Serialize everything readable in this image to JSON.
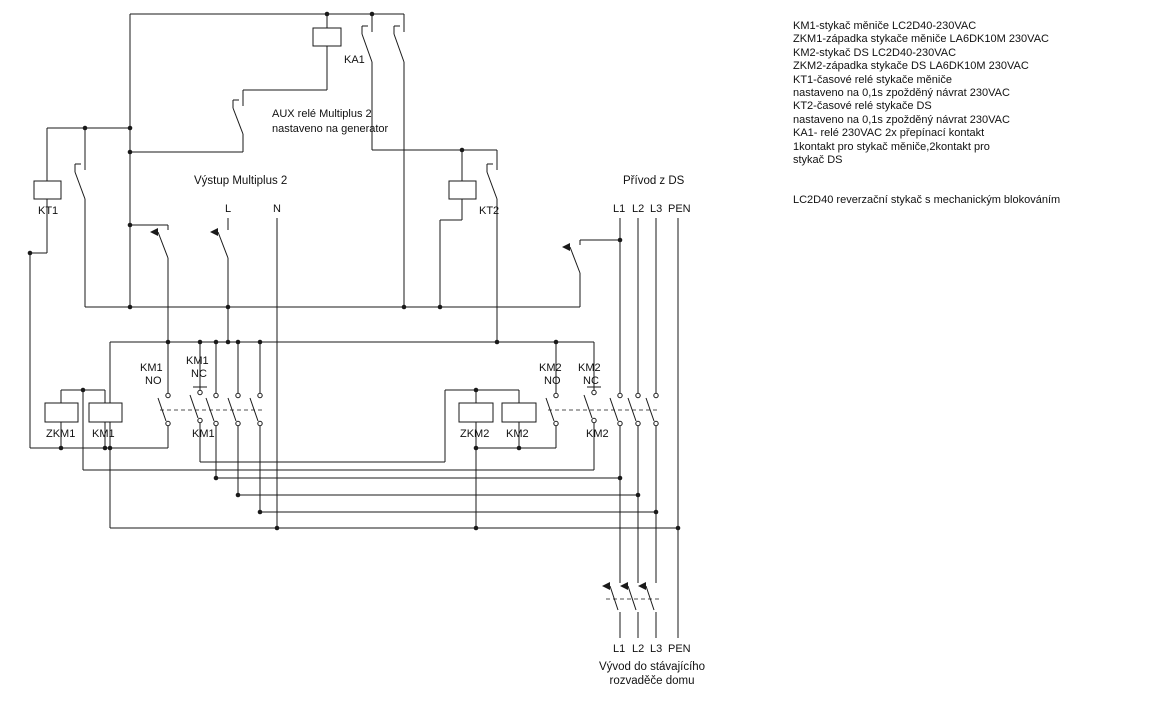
{
  "diagram": {
    "coils": {
      "ka1": "KA1",
      "kt1": "KT1",
      "kt2": "KT2",
      "zkm1": "ZKM1",
      "km1": "KM1",
      "zkm2": "ZKM2",
      "km2": "KM2"
    },
    "contacts": {
      "km1_main": "KM1",
      "km2_main": "KM2",
      "km1_no_1": "KM1",
      "km1_no_2": "NO",
      "km1_nc_1": "KM1",
      "km1_nc_2": "NC",
      "km2_no_1": "KM2",
      "km2_no_2": "NO",
      "km2_nc_1": "KM2",
      "km2_nc_2": "NC"
    },
    "annotations": {
      "aux_1": "AUX relé Multiplus 2",
      "aux_2": "nastaveno na generator",
      "vystup": "Výstup Multiplus 2",
      "privod": "Přívod z DS",
      "vyvod_1": "Vývod do stávajícího",
      "vyvod_2": "rozvaděče domu"
    },
    "terminals_top": {
      "l": "L",
      "n": "N",
      "l1": "L1",
      "l2": "L2",
      "l3": "L3",
      "pen": "PEN"
    },
    "terminals_bottom": {
      "l1": "L1",
      "l2": "L2",
      "l3": "L3",
      "pen": "PEN"
    }
  },
  "legend": {
    "lines": [
      "KM1-stykač měniče LC2D40-230VAC",
      "ZKM1-západka stykače měniče LA6DK10M 230VAC",
      "KM2-stykač DS LC2D40-230VAC",
      "ZKM2-západka stykače DS LA6DK10M 230VAC",
      "KT1-časové relé stykače měniče",
      "nastaveno na 0,1s zpožděný návrat 230VAC",
      "KT2-časové relé stykače DS",
      "nastaveno na 0,1s zpožděný návrat 230VAC",
      "KA1- relé 230VAC 2x přepínací kontakt",
      "1kontakt pro stykač měniče,2kontakt pro",
      "stykač DS"
    ],
    "note": "LC2D40 reverzační stykač s mechanickým blokováním"
  },
  "colors": {
    "line": "#1a1a1a",
    "background": "#ffffff"
  }
}
